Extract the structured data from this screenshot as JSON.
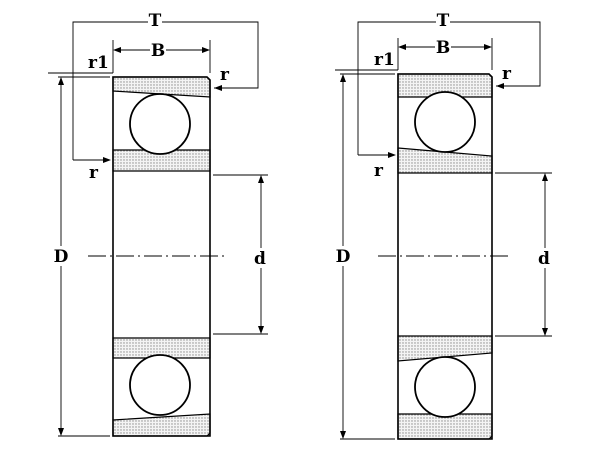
{
  "diagrams": [
    {
      "labels": {
        "T": "T",
        "B": "B",
        "r1": "r1",
        "r_top": "r",
        "r_left": "r",
        "D": "D",
        "d": "d"
      }
    },
    {
      "labels": {
        "T": "T",
        "B": "B",
        "r1": "r1",
        "r_top": "r",
        "r_left": "r",
        "D": "D",
        "d": "d"
      }
    }
  ],
  "colors": {
    "stroke": "#000000",
    "ring_fill": "#d9d9d9",
    "background": "#ffffff"
  }
}
